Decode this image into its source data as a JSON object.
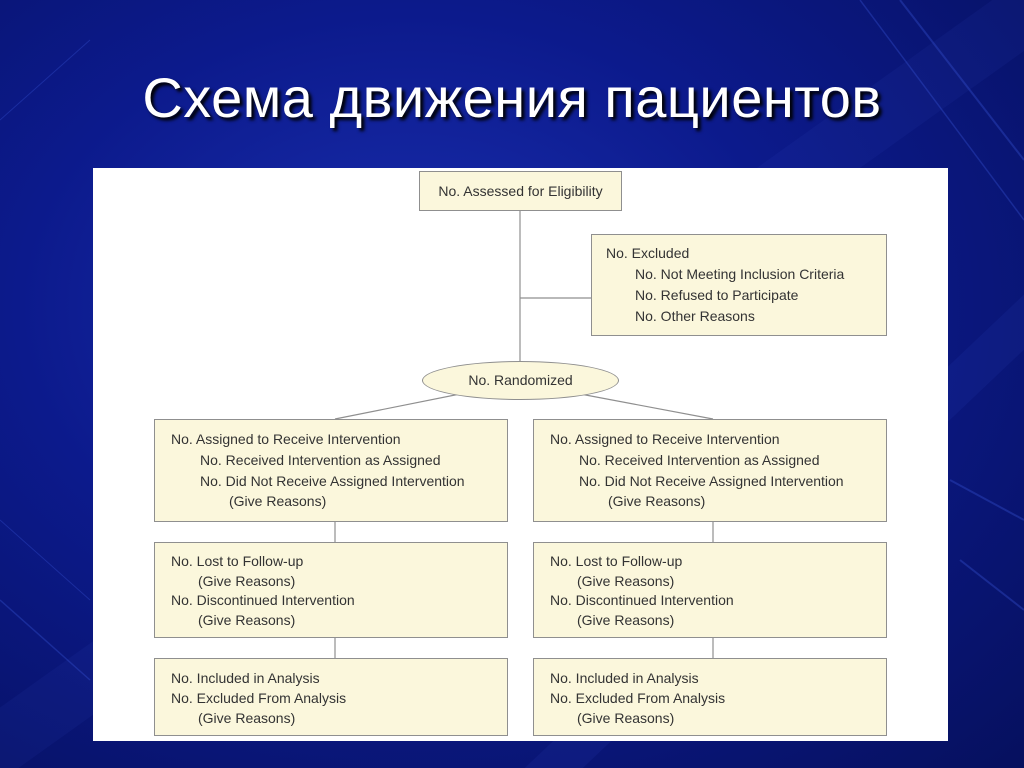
{
  "slide": {
    "title": "Схема движения пациентов"
  },
  "flowchart": {
    "assessed": "No. Assessed for Eligibility",
    "excluded": {
      "heading": "No. Excluded",
      "items": [
        "No. Not Meeting Inclusion Criteria",
        "No. Refused to Participate",
        "No. Other Reasons"
      ]
    },
    "randomized": "No. Randomized",
    "arms": [
      {
        "allocation": {
          "heading": "No. Assigned to Receive Intervention",
          "received": "No. Received Intervention as Assigned",
          "not_received": "No. Did Not Receive Assigned Intervention",
          "reasons": "(Give Reasons)"
        },
        "followup": {
          "lost": "No. Lost to Follow-up",
          "lost_reasons": "(Give Reasons)",
          "discontinued": "No. Discontinued Intervention",
          "discontinued_reasons": "(Give Reasons)"
        },
        "analysis": {
          "included": "No. Included in Analysis",
          "excluded": "No. Excluded From Analysis",
          "reasons": "(Give Reasons)"
        }
      },
      {
        "allocation": {
          "heading": "No. Assigned to Receive Intervention",
          "received": "No. Received Intervention as Assigned",
          "not_received": "No. Did Not Receive Assigned Intervention",
          "reasons": "(Give Reasons)"
        },
        "followup": {
          "lost": "No. Lost to Follow-up",
          "lost_reasons": "(Give Reasons)",
          "discontinued": "No. Discontinued Intervention",
          "discontinued_reasons": "(Give Reasons)"
        },
        "analysis": {
          "included": "No. Included in Analysis",
          "excluded": "No. Excluded From Analysis",
          "reasons": "(Give Reasons)"
        }
      }
    ]
  }
}
